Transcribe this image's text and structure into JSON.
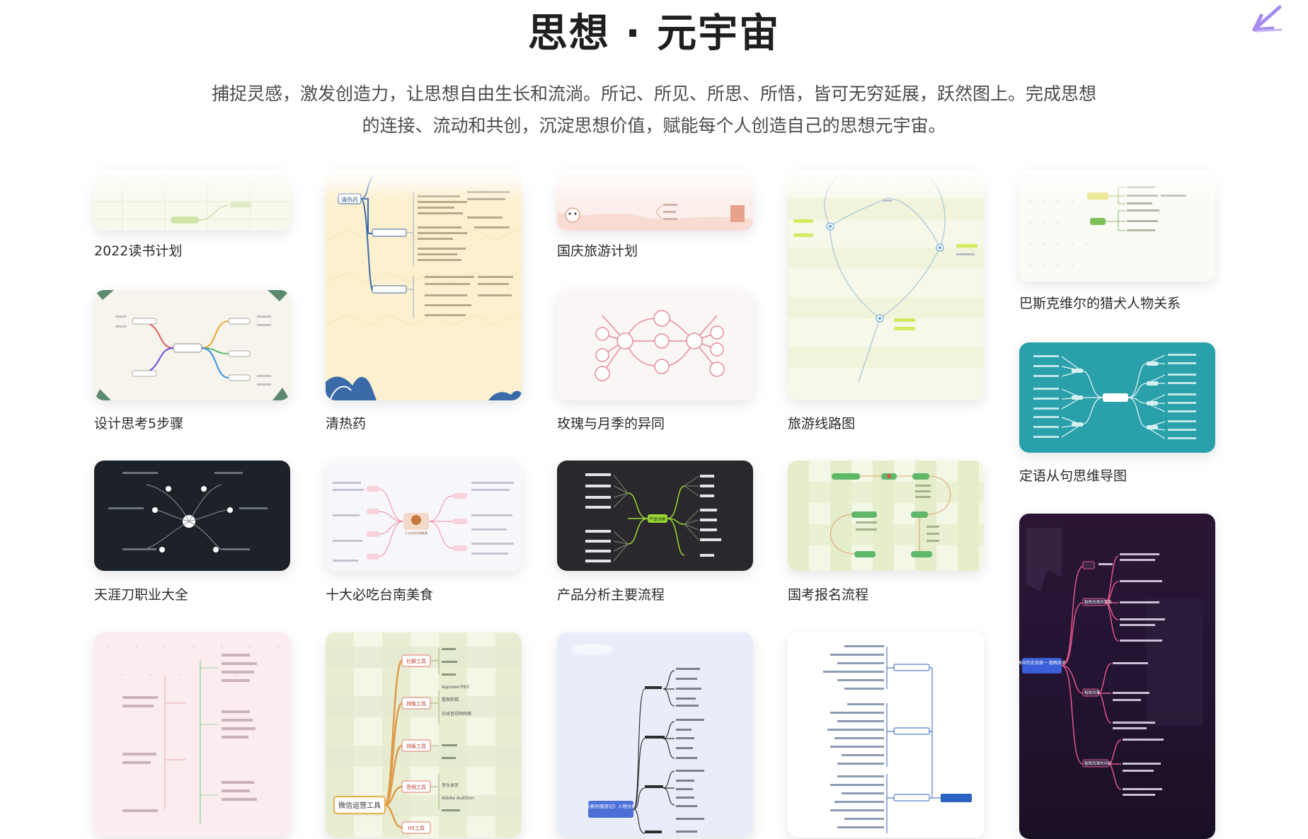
{
  "header": {
    "title": "思想 · 元宇宙",
    "subtitle_line1": "捕捉灵感，激发创造力，让思想自由生长和流淌。所记、所见、所思、所悟，皆可无穷延展，跃然图上。完成思想",
    "subtitle_line2": "的连接、流动和共创，沉淀思想价值，赋能每个人创造自己的思想元宇宙。"
  },
  "cards": {
    "c1": {
      "title": "2022读书计划"
    },
    "c2": {
      "title": "设计思考5步骤"
    },
    "c3": {
      "title": "天涯刀职业大全"
    },
    "c4": {
      "title": "清热药"
    },
    "c5": {
      "title": "十大必吃台南美食"
    },
    "c6": {
      "title": "国庆旅游计划"
    },
    "c7": {
      "title": "玫瑰与月季的异同"
    },
    "c8": {
      "title": "产品分析主要流程"
    },
    "c9": {
      "title": "旅游线路图"
    },
    "c10": {
      "title": "国考报名流程"
    },
    "c11": {
      "title": "巴斯克维尔的猎犬人物关系"
    },
    "c12": {
      "title": "定语从句思维导图"
    }
  },
  "thumbnail_text": {
    "qingre": "清热药",
    "product_center": "产品分析",
    "tainan_center": "十大必吃台南美食",
    "wechat_root": "微信运营工具",
    "wechat_branches": [
      "社群工具",
      "排版工具",
      "排版工具",
      "音频工具",
      "H5工具"
    ],
    "wechat_leaves": [
      "AppowerPIEC",
      "看图剪辑",
      "在线音视频转换",
      "音乐录音",
      "Adobe Audition"
    ],
    "novel_root": "《格列佛游记》人物分析",
    "history_root": "高中历史选修一 租税改革",
    "history_branches": [
      "租税改革的背景",
      "租税改革",
      "租税改革的评价"
    ]
  },
  "colors": {
    "accent_purple": "#a68bf0",
    "teal": "#2aa0aa",
    "dark_card": "#1d2228",
    "dark_product": "#2a282d",
    "green_tag": "#5fb86a"
  }
}
